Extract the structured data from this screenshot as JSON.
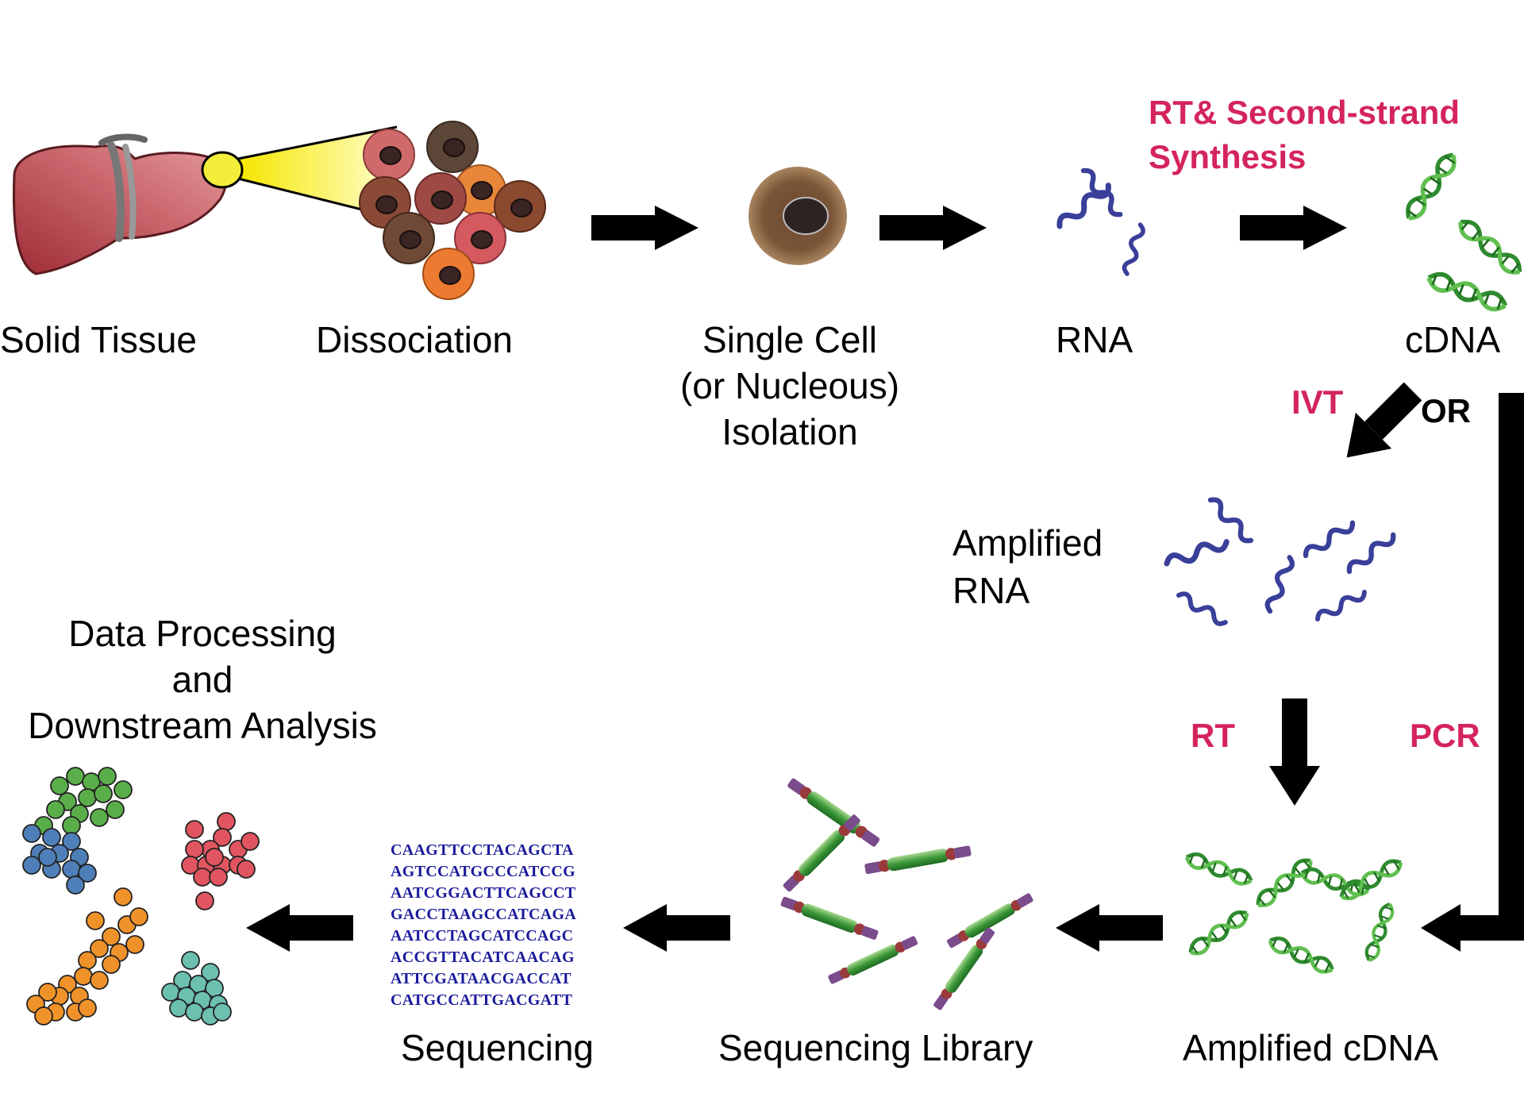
{
  "stages": {
    "solid_tissue": "Solid Tissue",
    "dissociation": "Dissociation",
    "single_cell": [
      "Single Cell",
      "(or Nucleous)",
      "Isolation"
    ],
    "rna": "RNA",
    "cdna": "cDNA",
    "amplified_rna": [
      "Amplified",
      "RNA"
    ],
    "amplified_cdna": "Amplified cDNA",
    "sequencing_library": "Sequencing Library",
    "sequencing": "Sequencing",
    "data_processing": [
      "Data Processing",
      "and",
      "Downstream Analysis"
    ]
  },
  "step_labels": {
    "rt_second_strand": [
      "RT& Second-strand",
      "Synthesis"
    ],
    "ivt": "IVT",
    "or": "OR",
    "rt": "RT",
    "pcr": "PCR"
  },
  "sequence_reads": [
    "CAAGTTCCTACAGCTA",
    "AGTCCATGCCCATCCG",
    "AATCGGACTTCAGCCT",
    "GACCTAAGCCATCAGA",
    "AATCCTAGCATCCAGC",
    "ACCGTTACATCAACAG",
    "ATTCGATAACGACCAT",
    "CATGCCATTGACGATT"
  ],
  "colors": {
    "step_label": "#d4245c",
    "arrow": "#000000",
    "rna_strand": "#3a3f9a",
    "dna_helix": "#2e8b2e",
    "sequence_text": "#1a1a9c",
    "liver": "#b8444a",
    "cluster_green": "#5aae4a",
    "cluster_blue": "#4f7fb8",
    "cluster_red": "#e05560",
    "cluster_orange": "#f0922a",
    "cluster_teal": "#6cc0b0"
  },
  "icons": [
    "liver-icon",
    "cell-cluster-icon",
    "single-cell-icon",
    "rna-strand-icon",
    "cdna-helix-icon",
    "library-fragment-icon",
    "scatter-cluster-icon"
  ]
}
